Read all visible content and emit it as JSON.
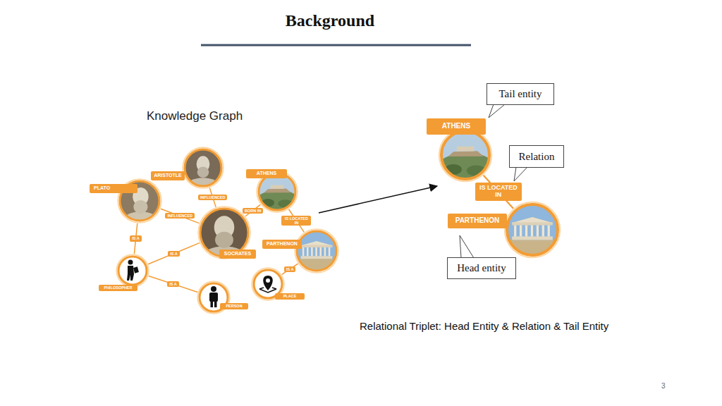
{
  "diagram": {
    "title": "Background",
    "caption": "Relational Triplet: Head Entity & Relation & Tail Entity",
    "nodes": [
      {
        "text": [
          "ARISTOTLE"
        ]
      },
      {
        "text": [
          "PLATO"
        ]
      },
      {
        "text": [
          "ATHENS"
        ]
      },
      {
        "text": [
          "SOCRATES"
        ]
      },
      {
        "text": [
          "PARTHENON"
        ]
      },
      {
        "text": [
          "PHILOSOPHER"
        ]
      },
      {
        "text": [
          "PERSON"
        ]
      },
      {
        "text": [
          "PLACE"
        ]
      },
      {
        "text": [
          "ATHENS"
        ]
      },
      {
        "text": [
          "PARTHENON"
        ]
      },
      {
        "text": [
          "Tail entity"
        ]
      },
      {
        "text": [
          "Relation"
        ]
      },
      {
        "text": [
          "Head entity"
        ]
      }
    ],
    "edges": [
      {
        "from": 0,
        "to": 3,
        "label": "INFLUENCED",
        "arrow": "none"
      },
      {
        "from": 1,
        "to": 3,
        "label": "INFLUENCED",
        "arrow": "none"
      },
      {
        "from": 3,
        "to": 2,
        "label": "BORN IN",
        "arrow": "none"
      },
      {
        "from": 4,
        "to": 2,
        "label": "IS LOCATED IN",
        "arrow": "none"
      },
      {
        "from": 1,
        "to": 5,
        "label": "IS A",
        "arrow": "none"
      },
      {
        "from": 3,
        "to": 5,
        "label": "IS A",
        "arrow": "none"
      },
      {
        "from": 5,
        "to": 6,
        "label": "IS A",
        "arrow": "none"
      },
      {
        "from": 4,
        "to": 7,
        "label": "IS A",
        "arrow": "none"
      },
      {
        "from": 9,
        "to": 8,
        "label": "IS LOCATED IN",
        "arrow": "none"
      }
    ],
    "labels": [
      "Knowledge Graph",
      "3"
    ]
  }
}
